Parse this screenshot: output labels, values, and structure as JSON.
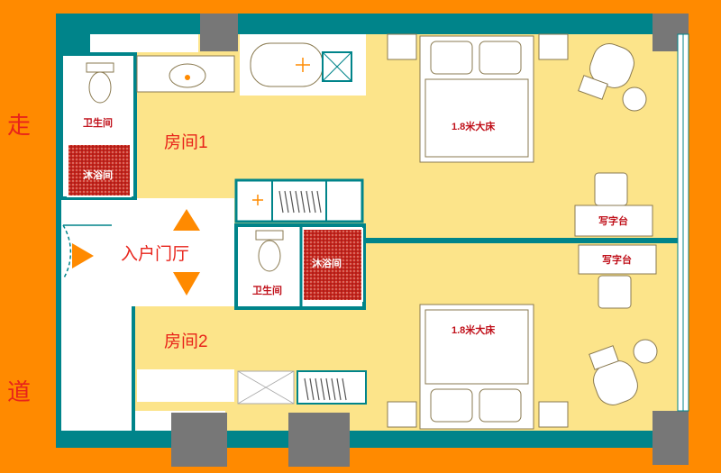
{
  "labels": {
    "room1": "房间1",
    "room2": "房间2",
    "entry_hall": "入户门厅",
    "toilet_1": "卫生间",
    "shower_1": "沐浴间",
    "toilet_2": "卫生间",
    "shower_2": "沐浴间",
    "bed_1": "1.8米大床",
    "bed_2": "1.8米大床",
    "desk_1": "写字台",
    "desk_2": "写字台",
    "corridor_char_1": "走",
    "corridor_char_2": "道"
  },
  "colors": {
    "background": "#ff8a00",
    "wall": "#00848a",
    "floor": "#fce48a",
    "column": "#777777",
    "arrow": "#ff8a00",
    "label_red": "#e8231a",
    "shower_tile": "#a01818"
  }
}
